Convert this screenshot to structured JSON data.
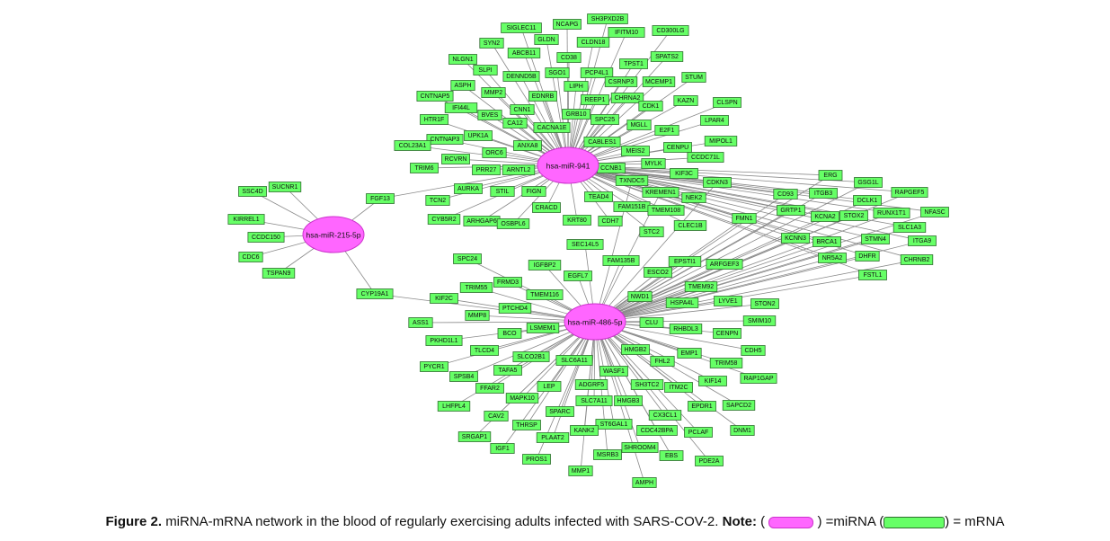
{
  "mirnas": [
    {
      "id": "m941",
      "label": "hsa-miR-941"
    },
    {
      "id": "m215",
      "label": "hsa-miR-215-5p"
    },
    {
      "id": "m486",
      "label": "hsa-miR-486-5p"
    }
  ],
  "mrnas": [
    {
      "label": "SIGLEC11",
      "targets": [
        "m941"
      ]
    },
    {
      "label": "NCAPG",
      "targets": [
        "m941"
      ]
    },
    {
      "label": "SH3PXD2B",
      "targets": [
        "m941"
      ]
    },
    {
      "label": "IFITM10",
      "targets": [
        "m941"
      ]
    },
    {
      "label": "CD300LG",
      "targets": [
        "m941"
      ]
    },
    {
      "label": "SYN2",
      "targets": [
        "m941"
      ]
    },
    {
      "label": "GLDN",
      "targets": [
        "m941"
      ]
    },
    {
      "label": "CLDN18",
      "targets": [
        "m941"
      ]
    },
    {
      "label": "NLGN1",
      "targets": [
        "m941"
      ]
    },
    {
      "label": "ABCB11",
      "targets": [
        "m941"
      ]
    },
    {
      "label": "CD38",
      "targets": [
        "m941"
      ]
    },
    {
      "label": "SPATS2",
      "targets": [
        "m941"
      ]
    },
    {
      "label": "SLPI",
      "targets": [
        "m941"
      ]
    },
    {
      "label": "DENND5B",
      "targets": [
        "m941"
      ]
    },
    {
      "label": "SGO1",
      "targets": [
        "m941"
      ]
    },
    {
      "label": "PCP4L1",
      "targets": [
        "m941"
      ]
    },
    {
      "label": "TPST1",
      "targets": [
        "m941"
      ]
    },
    {
      "label": "STUM",
      "targets": [
        "m941"
      ]
    },
    {
      "label": "ASPH",
      "targets": [
        "m941"
      ]
    },
    {
      "label": "MMP2",
      "targets": [
        "m941"
      ]
    },
    {
      "label": "LIPH",
      "targets": [
        "m941"
      ]
    },
    {
      "label": "CSRNP3",
      "targets": [
        "m941"
      ]
    },
    {
      "label": "MCEMP1",
      "targets": [
        "m941"
      ]
    },
    {
      "label": "CNTNAP5",
      "targets": [
        "m941"
      ]
    },
    {
      "label": "EDNRB",
      "targets": [
        "m941"
      ]
    },
    {
      "label": "REEP1",
      "targets": [
        "m941"
      ]
    },
    {
      "label": "CHRNA2",
      "targets": [
        "m941"
      ]
    },
    {
      "label": "KAZN",
      "targets": [
        "m941"
      ]
    },
    {
      "label": "CLSPN",
      "targets": [
        "m941"
      ]
    },
    {
      "label": "IFI44L",
      "targets": [
        "m941"
      ]
    },
    {
      "label": "CNN1",
      "targets": [
        "m941"
      ]
    },
    {
      "label": "CDK1",
      "targets": [
        "m941"
      ]
    },
    {
      "label": "BVES",
      "targets": [
        "m941"
      ]
    },
    {
      "label": "GRB10",
      "targets": [
        "m941"
      ]
    },
    {
      "label": "SPC25",
      "targets": [
        "m941"
      ]
    },
    {
      "label": "HTR1F",
      "targets": [
        "m941"
      ]
    },
    {
      "label": "CA12",
      "targets": [
        "m941"
      ]
    },
    {
      "label": "LPAR4",
      "targets": [
        "m941"
      ]
    },
    {
      "label": "CACNA1E",
      "targets": [
        "m941"
      ]
    },
    {
      "label": "MGLL",
      "targets": [
        "m941"
      ]
    },
    {
      "label": "UPK1A",
      "targets": [
        "m941"
      ]
    },
    {
      "label": "E2F1",
      "targets": [
        "m941"
      ]
    },
    {
      "label": "CNTNAP3",
      "targets": [
        "m941"
      ]
    },
    {
      "label": "CABLES1",
      "targets": [
        "m941"
      ]
    },
    {
      "label": "MIPOL1",
      "targets": [
        "m941"
      ]
    },
    {
      "label": "COL23A1",
      "targets": [
        "m941"
      ]
    },
    {
      "label": "ANXA8",
      "targets": [
        "m941"
      ]
    },
    {
      "label": "CENPU",
      "targets": [
        "m941"
      ]
    },
    {
      "label": "ORC6",
      "targets": [
        "m941"
      ]
    },
    {
      "label": "MEIS2",
      "targets": [
        "m941"
      ]
    },
    {
      "label": "RCVRN",
      "targets": [
        "m941"
      ]
    },
    {
      "label": "CCDC71L",
      "targets": [
        "m941"
      ]
    },
    {
      "label": "MYLK",
      "targets": [
        "m941"
      ]
    },
    {
      "label": "TRIM6",
      "targets": [
        "m941"
      ]
    },
    {
      "label": "PRR27",
      "targets": [
        "m941"
      ]
    },
    {
      "label": "ARNTL2",
      "targets": [
        "m941"
      ]
    },
    {
      "label": "CCNB1",
      "targets": [
        "m941"
      ]
    },
    {
      "label": "KIF3C",
      "targets": [
        "m941"
      ]
    },
    {
      "label": "TXNDC5",
      "targets": [
        "m941",
        "m486"
      ]
    },
    {
      "label": "CDKN3",
      "targets": [
        "m941",
        "m486"
      ]
    },
    {
      "label": "AURKA",
      "targets": [
        "m941"
      ]
    },
    {
      "label": "STIL",
      "targets": [
        "m941"
      ]
    },
    {
      "label": "FIGN",
      "targets": [
        "m941"
      ]
    },
    {
      "label": "KREMEN1",
      "targets": [
        "m941",
        "m486"
      ]
    },
    {
      "label": "NEK2",
      "targets": [
        "m941"
      ]
    },
    {
      "label": "TEAD4",
      "targets": [
        "m941"
      ]
    },
    {
      "label": "FAM151B",
      "targets": [
        "m941"
      ]
    },
    {
      "label": "TMEM108",
      "targets": [
        "m941"
      ]
    },
    {
      "label": "TCN2",
      "targets": [
        "m941"
      ]
    },
    {
      "label": "CRACD",
      "targets": [
        "m941"
      ]
    },
    {
      "label": "CYB5R2",
      "targets": [
        "m941"
      ]
    },
    {
      "label": "ARHGAP6",
      "targets": [
        "m941"
      ]
    },
    {
      "label": "OSBPL6",
      "targets": [
        "m941"
      ]
    },
    {
      "label": "KRT80",
      "targets": [
        "m941"
      ]
    },
    {
      "label": "CDH7",
      "targets": [
        "m941"
      ]
    },
    {
      "label": "CLEC1B",
      "targets": [
        "m941"
      ]
    },
    {
      "label": "STC2",
      "targets": [
        "m941"
      ]
    },
    {
      "label": "ERG",
      "targets": [
        "m941",
        "m486"
      ]
    },
    {
      "label": "GSG1L",
      "targets": [
        "m941",
        "m486"
      ]
    },
    {
      "label": "CD93",
      "targets": [
        "m941",
        "m486"
      ]
    },
    {
      "label": "ITGB3",
      "targets": [
        "m941",
        "m486"
      ]
    },
    {
      "label": "DCLK1",
      "targets": [
        "m941",
        "m486"
      ]
    },
    {
      "label": "RAPGEF5",
      "targets": [
        "m941",
        "m486"
      ]
    },
    {
      "label": "GRTP1",
      "targets": [
        "m941",
        "m486"
      ]
    },
    {
      "label": "KCNA2",
      "targets": [
        "m941",
        "m486"
      ]
    },
    {
      "label": "STOX2",
      "targets": [
        "m941",
        "m486"
      ]
    },
    {
      "label": "RUNX1T1",
      "targets": [
        "m941",
        "m486"
      ]
    },
    {
      "label": "NFASC",
      "targets": [
        "m941",
        "m486"
      ]
    },
    {
      "label": "FMN1",
      "targets": [
        "m941",
        "m486"
      ]
    },
    {
      "label": "SLC1A3",
      "targets": [
        "m941",
        "m486"
      ]
    },
    {
      "label": "KCNN3",
      "targets": [
        "m941",
        "m486"
      ]
    },
    {
      "label": "BRCA1",
      "targets": [
        "m941",
        "m486"
      ]
    },
    {
      "label": "STMN4",
      "targets": [
        "m941",
        "m486"
      ]
    },
    {
      "label": "ITGA9",
      "targets": [
        "m941",
        "m486"
      ]
    },
    {
      "label": "NR5A2",
      "targets": [
        "m941",
        "m486"
      ]
    },
    {
      "label": "DHFR",
      "targets": [
        "m941",
        "m486"
      ]
    },
    {
      "label": "CHRNB2",
      "targets": [
        "m941",
        "m486"
      ]
    },
    {
      "label": "FSTL1",
      "targets": [
        "m941",
        "m486"
      ]
    },
    {
      "label": "SSC4D",
      "targets": [
        "m215"
      ]
    },
    {
      "label": "SUCNR1",
      "targets": [
        "m215"
      ]
    },
    {
      "label": "KIRREL1",
      "targets": [
        "m215"
      ]
    },
    {
      "label": "CCDC150",
      "targets": [
        "m215"
      ]
    },
    {
      "label": "CDC6",
      "targets": [
        "m215"
      ]
    },
    {
      "label": "TSPAN9",
      "targets": [
        "m215"
      ]
    },
    {
      "label": "FGF13",
      "targets": [
        "m941",
        "m215"
      ]
    },
    {
      "label": "CYP19A1",
      "targets": [
        "m215",
        "m486"
      ]
    },
    {
      "label": "SEC14L5",
      "targets": [
        "m486"
      ]
    },
    {
      "label": "SPC24",
      "targets": [
        "m486"
      ]
    },
    {
      "label": "IGFBP2",
      "targets": [
        "m486"
      ]
    },
    {
      "label": "FAM135B",
      "targets": [
        "m486"
      ]
    },
    {
      "label": "EPSTI1",
      "targets": [
        "m486"
      ]
    },
    {
      "label": "FRMD3",
      "targets": [
        "m486"
      ]
    },
    {
      "label": "EGFL7",
      "targets": [
        "m486"
      ]
    },
    {
      "label": "ESCO2",
      "targets": [
        "m486"
      ]
    },
    {
      "label": "ARFGEF3",
      "targets": [
        "m486"
      ]
    },
    {
      "label": "TRIM55",
      "targets": [
        "m486"
      ]
    },
    {
      "label": "TMEM116",
      "targets": [
        "m486"
      ]
    },
    {
      "label": "TMEM92",
      "targets": [
        "m486"
      ]
    },
    {
      "label": "KIF2C",
      "targets": [
        "m486"
      ]
    },
    {
      "label": "NWD1",
      "targets": [
        "m486"
      ]
    },
    {
      "label": "LYVE1",
      "targets": [
        "m486"
      ]
    },
    {
      "label": "PTCHD4",
      "targets": [
        "m486"
      ]
    },
    {
      "label": "HSPA4L",
      "targets": [
        "m486"
      ]
    },
    {
      "label": "STON2",
      "targets": [
        "m486"
      ]
    },
    {
      "label": "MMP8",
      "targets": [
        "m486"
      ]
    },
    {
      "label": "ASS1",
      "targets": [
        "m486"
      ]
    },
    {
      "label": "LSMEM1",
      "targets": [
        "m486"
      ]
    },
    {
      "label": "CLU",
      "targets": [
        "m486"
      ]
    },
    {
      "label": "SMIM10",
      "targets": [
        "m486"
      ]
    },
    {
      "label": "BCO",
      "targets": [
        "m486"
      ]
    },
    {
      "label": "RHBDL3",
      "targets": [
        "m486"
      ]
    },
    {
      "label": "CENPN",
      "targets": [
        "m486"
      ]
    },
    {
      "label": "PKHD1L1",
      "targets": [
        "m486"
      ]
    },
    {
      "label": "TLCD4",
      "targets": [
        "m486"
      ]
    },
    {
      "label": "HMGB2",
      "targets": [
        "m486"
      ]
    },
    {
      "label": "EMP1",
      "targets": [
        "m486"
      ]
    },
    {
      "label": "CDH5",
      "targets": [
        "m486"
      ]
    },
    {
      "label": "SLCO2B1",
      "targets": [
        "m486"
      ]
    },
    {
      "label": "SLC6A11",
      "targets": [
        "m486"
      ]
    },
    {
      "label": "FHL2",
      "targets": [
        "m486"
      ]
    },
    {
      "label": "TRIM58",
      "targets": [
        "m486"
      ]
    },
    {
      "label": "PYCR1",
      "targets": [
        "m486"
      ]
    },
    {
      "label": "TAFA5",
      "targets": [
        "m486"
      ]
    },
    {
      "label": "WASF1",
      "targets": [
        "m486"
      ]
    },
    {
      "label": "RAP1GAP",
      "targets": [
        "m486"
      ]
    },
    {
      "label": "SPSB4",
      "targets": [
        "m486"
      ]
    },
    {
      "label": "ADGRF5",
      "targets": [
        "m486"
      ]
    },
    {
      "label": "SH3TC2",
      "targets": [
        "m486"
      ]
    },
    {
      "label": "ITM2C",
      "targets": [
        "m486"
      ]
    },
    {
      "label": "KIF14",
      "targets": [
        "m486"
      ]
    },
    {
      "label": "FFAR2",
      "targets": [
        "m486"
      ]
    },
    {
      "label": "LEP",
      "targets": [
        "m486"
      ]
    },
    {
      "label": "MAPK10",
      "targets": [
        "m486"
      ]
    },
    {
      "label": "SLC7A11",
      "targets": [
        "m486"
      ]
    },
    {
      "label": "HMGB3",
      "targets": [
        "m486"
      ]
    },
    {
      "label": "EPDR1",
      "targets": [
        "m486"
      ]
    },
    {
      "label": "SAPCD2",
      "targets": [
        "m486"
      ]
    },
    {
      "label": "LHFPL4",
      "targets": [
        "m486"
      ]
    },
    {
      "label": "SPARC",
      "targets": [
        "m486"
      ]
    },
    {
      "label": "CX3CL1",
      "targets": [
        "m486"
      ]
    },
    {
      "label": "CAV2",
      "targets": [
        "m486"
      ]
    },
    {
      "label": "THRSP",
      "targets": [
        "m486"
      ]
    },
    {
      "label": "ST6GAL1",
      "targets": [
        "m486"
      ]
    },
    {
      "label": "DNM1",
      "targets": [
        "m486"
      ]
    },
    {
      "label": "CDC42BPA",
      "targets": [
        "m486"
      ]
    },
    {
      "label": "PCLAF",
      "targets": [
        "m486"
      ]
    },
    {
      "label": "SRGAP1",
      "targets": [
        "m486"
      ]
    },
    {
      "label": "KANK2",
      "targets": [
        "m486"
      ]
    },
    {
      "label": "PLAAT2",
      "targets": [
        "m486"
      ]
    },
    {
      "label": "SHROOM4",
      "targets": [
        "m486"
      ]
    },
    {
      "label": "IGF1",
      "targets": [
        "m486"
      ]
    },
    {
      "label": "MSRB3",
      "targets": [
        "m486"
      ]
    },
    {
      "label": "EBS",
      "targets": [
        "m486"
      ]
    },
    {
      "label": "PDE2A",
      "targets": [
        "m486"
      ]
    },
    {
      "label": "PROS1",
      "targets": [
        "m486"
      ]
    },
    {
      "label": "MMP1",
      "targets": [
        "m486"
      ]
    },
    {
      "label": "AMPH",
      "targets": [
        "m486"
      ]
    }
  ],
  "caption": {
    "figure_label": "Figure 2.",
    "text": "miRNA-mRNA network in the blood of regularly exercising adults infected with SARS-COV-2.",
    "note_label": "Note:",
    "mirna_legend": ") =miRNA (",
    "mrna_legend": ") = mRNA"
  },
  "colors": {
    "mirna_fill": "#ff66ff",
    "mrna_fill": "#66ff66",
    "edge": "#8a8a8a"
  }
}
